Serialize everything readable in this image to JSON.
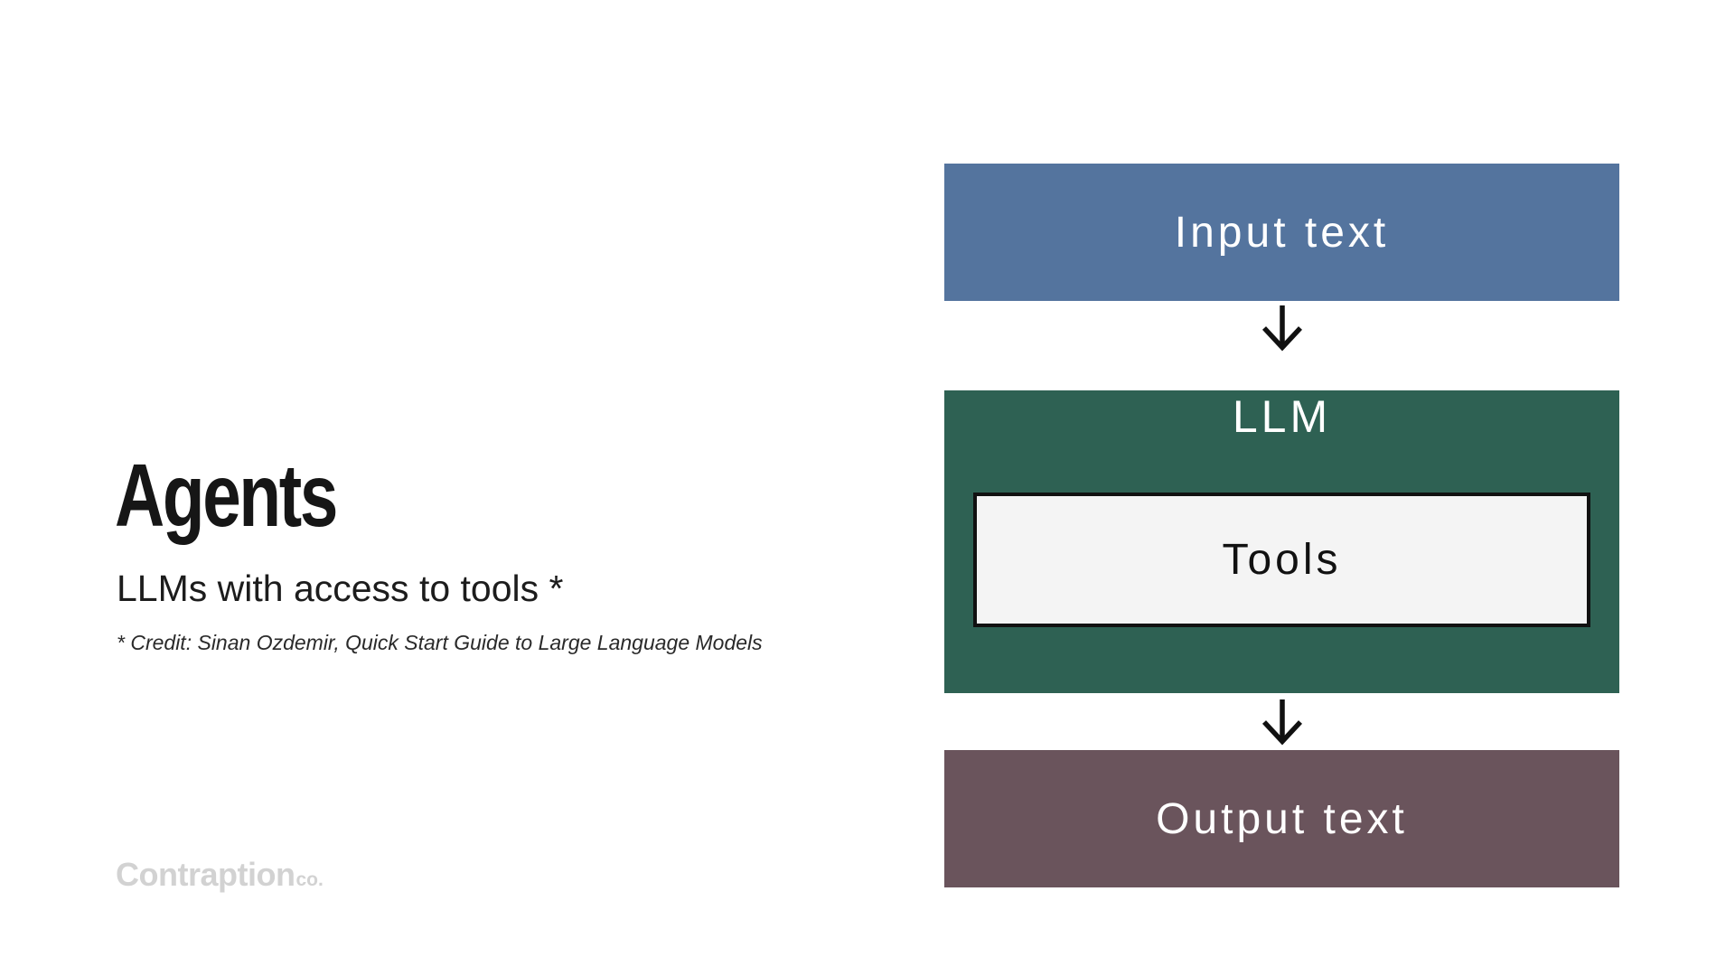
{
  "left_panel": {
    "title": "Agents",
    "subtitle": "LLMs with access to tools *",
    "credit": "* Credit: Sinan Ozdemir, Quick Start Guide to Large Language Models",
    "logo": {
      "name": "Contraption",
      "suffix": "co."
    }
  },
  "diagram": {
    "input_box": {
      "label": "Input text",
      "bg": "#54749E",
      "text_color": "#FFFFFF"
    },
    "llm_box": {
      "label": "LLM",
      "bg": "#2E6153",
      "text_color": "#FFFFFF"
    },
    "tools_box": {
      "label": "Tools",
      "bg": "#F4F4F4",
      "border_color": "#111111",
      "text_color": "#111111"
    },
    "output_box": {
      "label": "Output text",
      "bg": "#6A545C",
      "text_color": "#FFFFFF"
    },
    "arrow_icon": {
      "name": "down-arrow",
      "color": "#111111"
    }
  },
  "colors": {
    "page_background": "#FFFFFF",
    "title_text": "#161616",
    "credit_text": "#2A2A2A",
    "logo_gray": "#D2D2D2"
  }
}
